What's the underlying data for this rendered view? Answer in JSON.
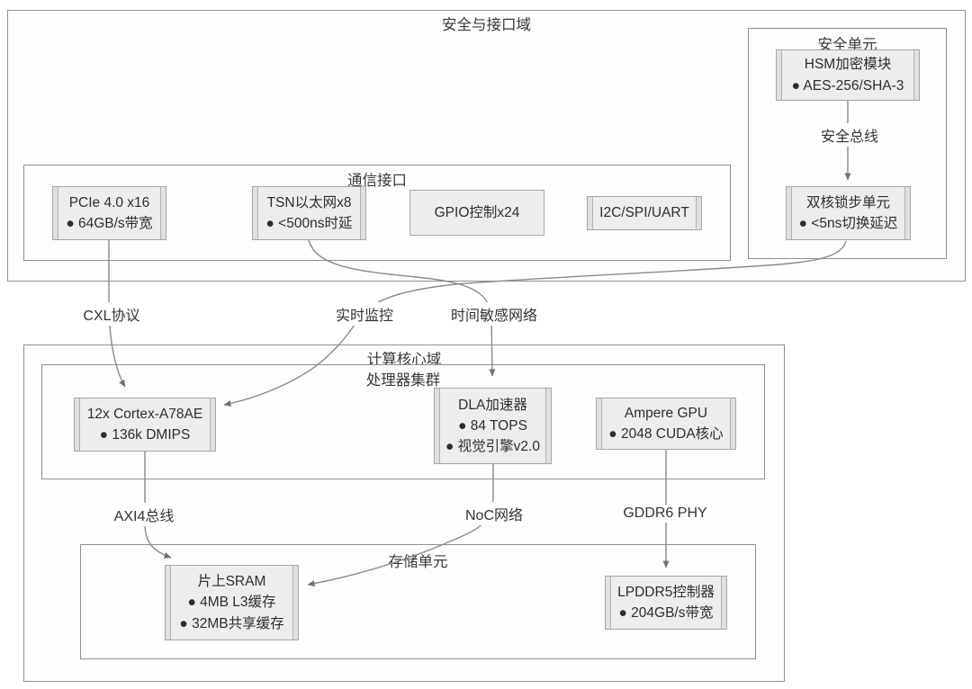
{
  "diagram": {
    "containers": {
      "secure_domain": "安全与接口域",
      "security_unit": "安全单元",
      "comm_interface": "通信接口",
      "compute_domain": "计算核心域",
      "cpu_cluster": "处理器集群",
      "storage_unit": "存储单元"
    },
    "nodes": {
      "pcie": {
        "title": "PCIe 4.0 x16",
        "b1": "● 64GB/s带宽"
      },
      "tsn": {
        "title": "TSN以太网x8",
        "b1": "● <500ns时延"
      },
      "gpio": {
        "title": "GPIO控制x24"
      },
      "i2c": {
        "title": "I2C/SPI/UART"
      },
      "hsm": {
        "title": "HSM加密模块",
        "b1": "● AES-256/SHA-3"
      },
      "lockstep": {
        "title": "双核锁步单元",
        "b1": "● <5ns切换延迟"
      },
      "cortex": {
        "title": "12x Cortex-A78AE",
        "b1": "● 136k DMIPS"
      },
      "dla": {
        "title": "DLA加速器",
        "b1": "● 84 TOPS",
        "b2": "● 视觉引擎v2.0"
      },
      "gpu": {
        "title": "Ampere GPU",
        "b1": "● 2048 CUDA核心"
      },
      "sram": {
        "title": "片上SRAM",
        "b1": "● 4MB L3缓存",
        "b2": "● 32MB共享缓存"
      },
      "lpddr": {
        "title": "LPDDR5控制器",
        "b1": "● 204GB/s带宽"
      }
    },
    "edge_labels": {
      "secure_bus": "安全总线",
      "cxl": "CXL协议",
      "rt_monitor": "实时监控",
      "tsn_net": "时间敏感网络",
      "axi": "AXI4总线",
      "noc": "NoC网络",
      "gddr": "GDDR6 PHY"
    },
    "colors": {
      "node_fill": "#ededed",
      "node_border": "#a6a6a6",
      "container_border": "#8f8f8f",
      "edge_line": "#8a8a8a",
      "text": "#2d2d2d"
    }
  }
}
